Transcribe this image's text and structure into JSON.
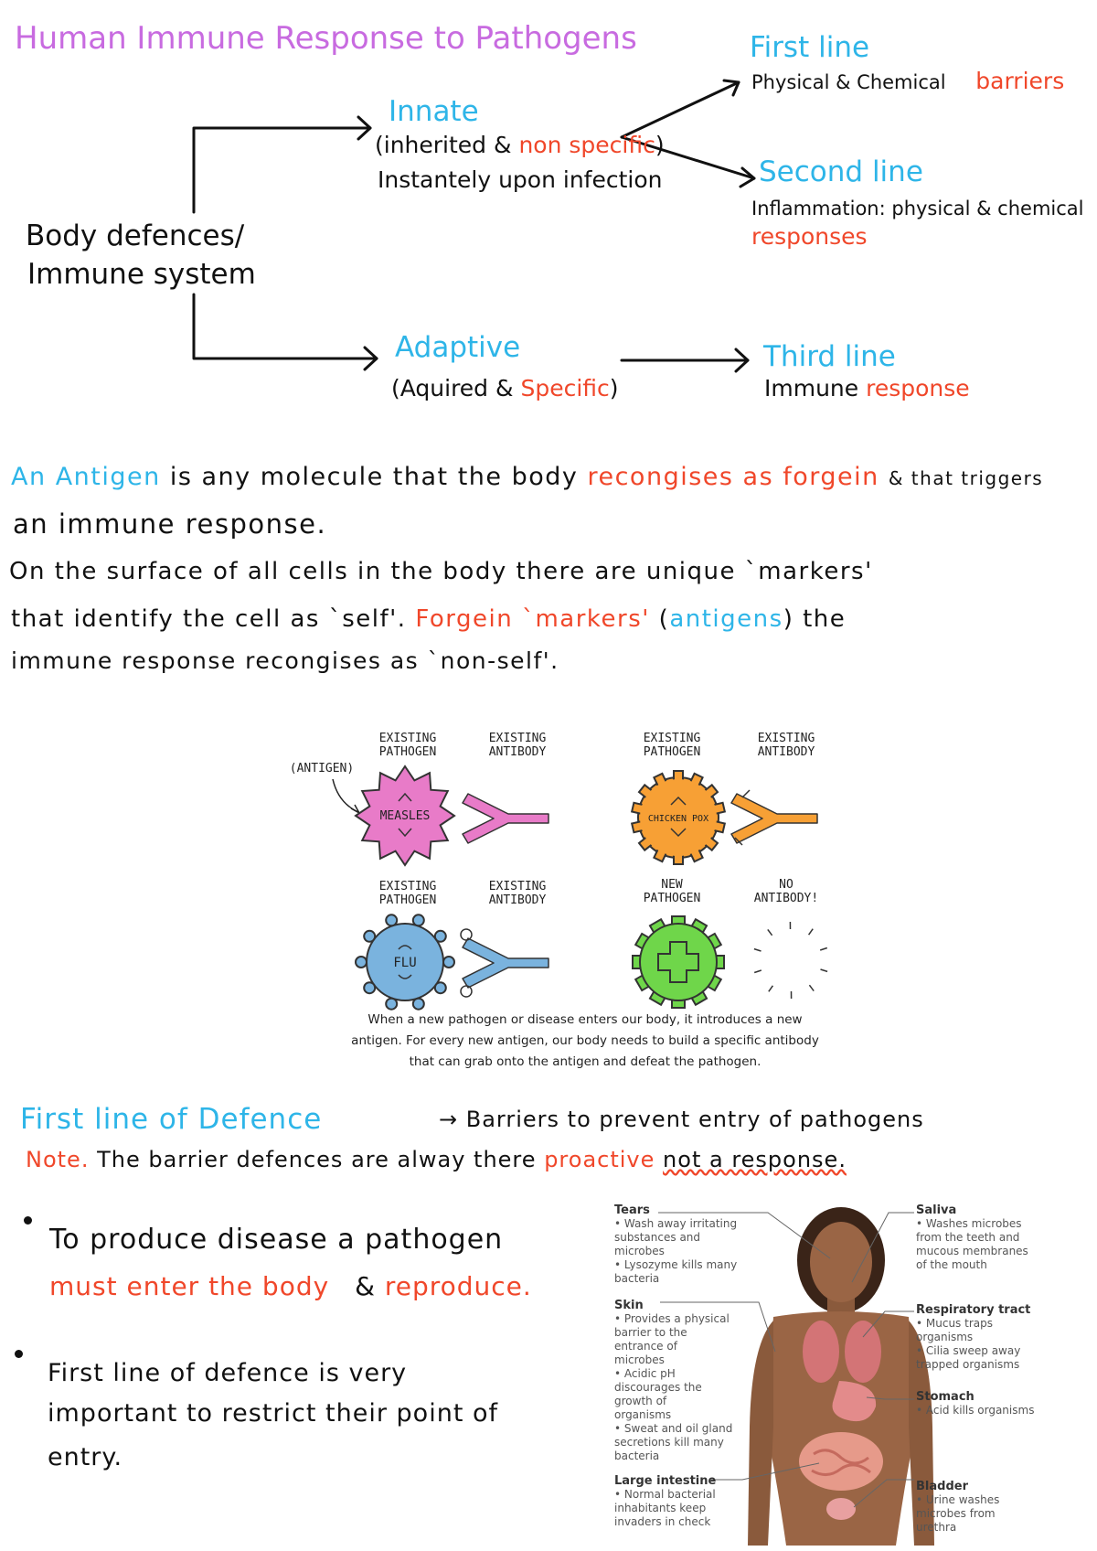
{
  "title": "Human Immune Response to Pathogens",
  "flow": {
    "root": [
      "Body defences/",
      "Immune system"
    ],
    "innate": {
      "label": "Innate",
      "paren_open": "(inherited & ",
      "non_specific": "non specific",
      "paren_close": ")",
      "line2": "Instantely upon infection"
    },
    "first_line": {
      "label": "First line",
      "text": "Physical & Chemical",
      "barriers": "barriers"
    },
    "second_line": {
      "label": "Second line",
      "text": "Inflammation: physical & chemical",
      "responses": "responses"
    },
    "adaptive": {
      "label": "Adaptive",
      "paren_open": "(Aquired & ",
      "specific": "Specific",
      "paren_close": ")"
    },
    "third_line": {
      "label": "Third line",
      "text": "Immune",
      "response": "response"
    }
  },
  "antigen_para": {
    "an": "An",
    "antigen": "Antigen",
    "l1_mid": "is  any  molecule  that  the  body",
    "l1_red": "recongises  as  forgein",
    "l1_end": "& that triggers",
    "l2": "an  immune  response.",
    "l3": "On  the  surface  of  all  cells in  the  body  there  are  unique  `markers'",
    "l4_start": "that  identify  the  cell  as  `self'.",
    "l4_red": "Forgein  `markers'",
    "l4_paren_open": "(",
    "l4_antigens": "antigens",
    "l4_paren_close": ")",
    "l4_end": "the",
    "l5": "immune  response  recongises  as  `non-self'."
  },
  "diagram": {
    "antigen_label": "(ANTIGEN)",
    "cells": [
      {
        "header": [
          "EXISTING",
          "PATHOGEN"
        ],
        "name": "MEASLES",
        "color": "#e87bc8"
      },
      {
        "header": [
          "EXISTING",
          "ANTIBODY"
        ],
        "color": "#e87bc8"
      },
      {
        "header": [
          "EXISTING",
          "PATHOGEN"
        ],
        "name": "CHICKEN POX",
        "color": "#f7a035"
      },
      {
        "header": [
          "EXISTING",
          "ANTIBODY"
        ],
        "color": "#f7a035"
      },
      {
        "header": [
          "EXISTING",
          "PATHOGEN"
        ],
        "name": "FLU",
        "color": "#7ab3de"
      },
      {
        "header": [
          "EXISTING",
          "ANTIBODY"
        ],
        "color": "#7ab3de"
      },
      {
        "header": [
          "NEW",
          "PATHOGEN"
        ],
        "color": "#6fd64a"
      },
      {
        "header": [
          "NO",
          "ANTIBODY!"
        ]
      }
    ],
    "caption": [
      "When a new pathogen or disease enters our body, it introduces a new",
      "antigen. For every new antigen, our body needs to build a specific antibody",
      "that can grab onto the antigen and defeat the pathogen."
    ]
  },
  "first_line_section": {
    "heading": "First  line  of  Defence",
    "arrow_text": "→ Barriers  to  prevent  entry of  pathogens",
    "note": "Note.",
    "note_text": "The  barrier  defences  are  alway  there",
    "proactive": "proactive",
    "not_a_response": "not  a  response.",
    "bullet1_l1": "To  produce  disease  a  pathogen",
    "bullet1_l2": "must  enter  the  body",
    "bullet1_l2_amp": "&",
    "bullet1_l2_end": "reproduce.",
    "bullet2_l1": "First  line  of  defence  is  very",
    "bullet2_l2": "important  to  restrict  their  point of",
    "bullet2_l3": "entry."
  },
  "body_figure": {
    "left": [
      {
        "title": "Tears",
        "items": [
          "• Wash away irritating",
          "  substances and",
          "  microbes",
          "• Lysozyme kills many",
          "  bacteria"
        ]
      },
      {
        "title": "Skin",
        "items": [
          "• Provides a physical",
          "  barrier to the",
          "  entrance of",
          "  microbes",
          "• Acidic pH",
          "  discourages the",
          "  growth of",
          "  organisms",
          "• Sweat and oil gland",
          "  secretions kill many",
          "  bacteria"
        ]
      },
      {
        "title": "Large intestine",
        "items": [
          "• Normal bacterial",
          "  inhabitants keep",
          "  invaders in check"
        ]
      }
    ],
    "right": [
      {
        "title": "Saliva",
        "items": [
          "• Washes microbes",
          "  from the teeth and",
          "  mucous membranes",
          "  of the mouth"
        ]
      },
      {
        "title": "Respiratory tract",
        "items": [
          "• Mucus traps",
          "  organisms",
          "• Cilia sweep away",
          "  trapped organisms"
        ]
      },
      {
        "title": "Stomach",
        "items": [
          "• Acid kills organisms"
        ]
      },
      {
        "title": "Bladder",
        "items": [
          "• Urine washes",
          "  microbes from",
          "  urethra"
        ]
      }
    ]
  }
}
